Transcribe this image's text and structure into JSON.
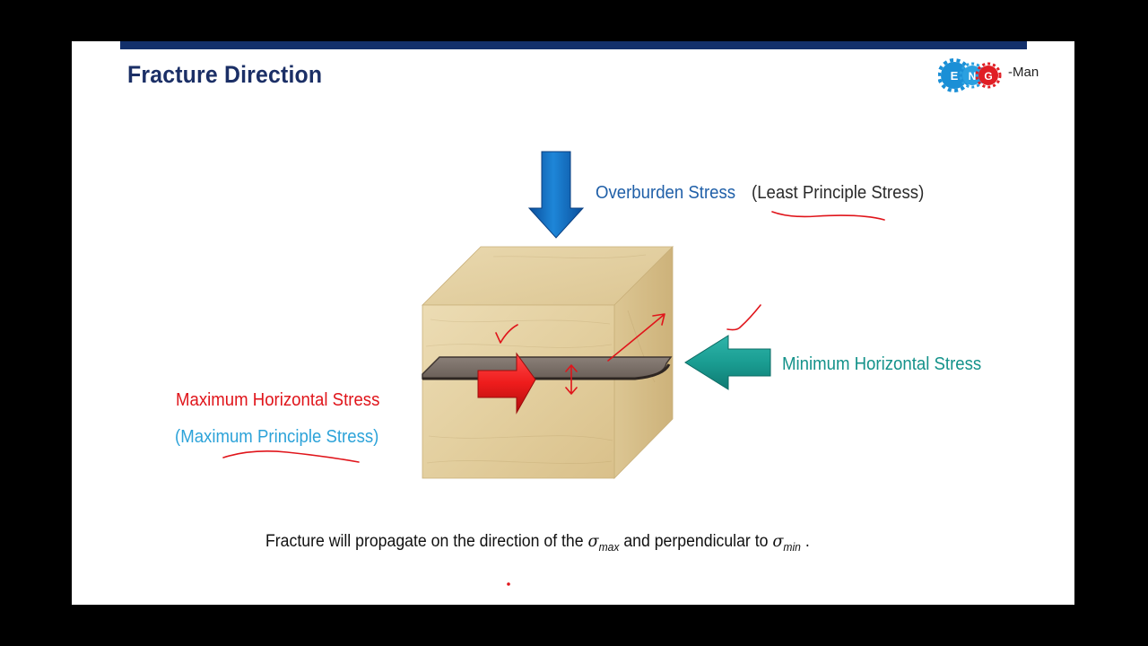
{
  "slide": {
    "title": "Fracture Direction",
    "logo": {
      "letters": [
        "E",
        "N",
        "G"
      ],
      "suffix": "-Man"
    }
  },
  "diagram": {
    "overburden_label": "Overburden Stress",
    "least_principle_label": "(Least Principle Stress)",
    "min_horizontal_label": "Minimum Horizontal Stress",
    "max_horizontal_label": "Maximum Horizontal Stress",
    "max_principle_label": "(Maximum Principle Stress)"
  },
  "caption": {
    "text_before": "Fracture will propagate on the direction of the ",
    "sigma_max_symbol": "σ",
    "sigma_max_sub": "max",
    "text_middle": " and perpendicular to ",
    "sigma_min_symbol": "σ",
    "sigma_min_sub": "min",
    "text_after": " ."
  },
  "colors": {
    "title": "#1b2f66",
    "top_bar": "#13306b",
    "overburden": "#1f5fa8",
    "min_horizontal": "#14928a",
    "max_horizontal": "#e0151b",
    "max_principle": "#2da3d9",
    "annotation_ink": "#e0151b"
  }
}
